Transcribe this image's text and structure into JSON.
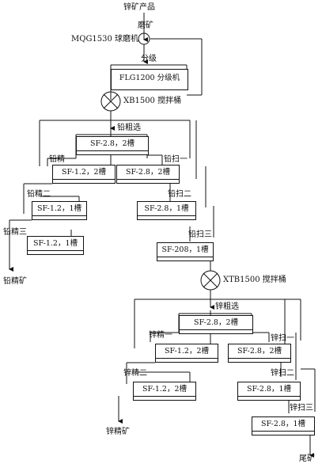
{
  "feed": "锌矿产品",
  "grinding": "磨矿",
  "mill": "MQG1530 球磨机",
  "classification": "分级",
  "classifier": "FLG1200 分级机",
  "agitator_pb": "XB1500 搅拌桶",
  "agitator_zn": "XTB1500 搅拌桶",
  "lead": {
    "rougher": "铅粗选",
    "rougher_cell": "SF-2.8，2槽",
    "cleaner1": "铅精一",
    "cleaner1_cell": "SF-1.2，2槽",
    "scav1": "铅扫一",
    "scav1_cell": "SF-2.8，2槽",
    "cleaner2": "铅精二",
    "cleaner2_cell": "SF-1.2，1槽",
    "scav2": "铅扫二",
    "scav2_cell": "SF-2.8，1槽",
    "cleaner3": "铅精三",
    "cleaner3_cell": "SF-1.2，1槽",
    "scav3": "铅扫三",
    "scav3_cell": "SF-208，1槽",
    "concentrate": "铅精矿"
  },
  "zinc": {
    "rougher": "锌粗选",
    "rougher_cell": "SF-2.8，2槽",
    "cleaner1": "锌精一",
    "cleaner1_cell": "SF-1.2，2槽",
    "scav1": "锌扫一",
    "scav1_cell": "SF-2.8，2槽",
    "cleaner2": "锌精二",
    "cleaner2_cell": "SF-1.2，2槽",
    "scav2": "锌扫二",
    "scav2_cell": "SF-2.8，1槽",
    "scav3": "锌扫三",
    "scav3_cell": "SF-2.8，1槽",
    "concentrate": "锌精矿",
    "tailings": "尾矿"
  }
}
